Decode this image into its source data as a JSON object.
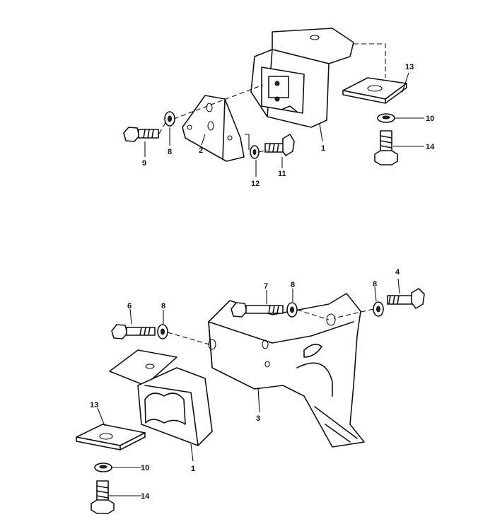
{
  "diagram": {
    "top_assembly": {
      "labels": [
        "13",
        "10",
        "14",
        "1",
        "9",
        "8",
        "2",
        "12",
        "11"
      ]
    },
    "bottom_assembly": {
      "labels": [
        "4",
        "8",
        "7",
        "8",
        "6",
        "8",
        "3",
        "13",
        "1",
        "10",
        "14"
      ]
    }
  }
}
